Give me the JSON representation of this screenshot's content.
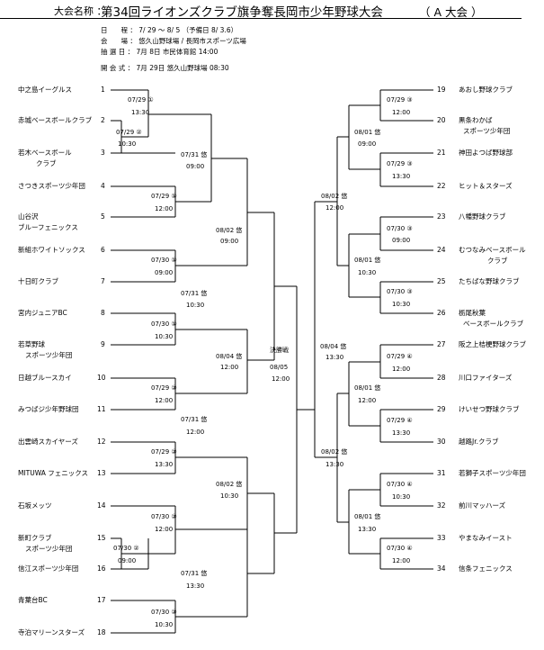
{
  "header": {
    "label": "大会名称 ：",
    "title": "第34回ライオンズクラブ旗争奪長岡市少年野球大会",
    "category": "（ A 大会 ）"
  },
  "info": [
    "日　　程 ： 7/ 29 ～ 8/ 5 （予備日 8/ 3.6）",
    "会　　場 ： 悠久山野球場 / 長岡市スポーツ広場",
    "抽 選 日 ： 7月 8日  市民体育館  14:00",
    "開 会 式 ：  7月  29日  悠久山野球場  08:30"
  ],
  "left_teams": [
    {
      "num": "1",
      "name": [
        "中之島イーグルス"
      ]
    },
    {
      "num": "2",
      "name": [
        "赤城ベースボールクラブ"
      ]
    },
    {
      "num": "3",
      "name": [
        "若木ベースボール",
        "クラブ"
      ]
    },
    {
      "num": "4",
      "name": [
        "さつきスポーツ少年団"
      ]
    },
    {
      "num": "5",
      "name": [
        "山谷沢",
        "ブルーフェニックス"
      ]
    },
    {
      "num": "6",
      "name": [
        "新組ホワイトソックス"
      ]
    },
    {
      "num": "7",
      "name": [
        "十日町クラブ"
      ]
    },
    {
      "num": "8",
      "name": [
        "宮内ジュニアBC"
      ]
    },
    {
      "num": "9",
      "name": [
        "若草野球",
        "スポーツ少年団"
      ]
    },
    {
      "num": "10",
      "name": [
        "日越ブルースカイ"
      ]
    },
    {
      "num": "11",
      "name": [
        "みつばジ少年野球団"
      ]
    },
    {
      "num": "12",
      "name": [
        "出雲崎スカイヤーズ"
      ]
    },
    {
      "num": "13",
      "name": [
        "MITUWA フェニックス"
      ]
    },
    {
      "num": "14",
      "name": [
        "石坂メッツ"
      ]
    },
    {
      "num": "15",
      "name": [
        "新町クラブ",
        "スポーツ少年団"
      ]
    },
    {
      "num": "16",
      "name": [
        "信江スポーツ少年団"
      ]
    },
    {
      "num": "17",
      "name": [
        "青葉台BC"
      ]
    },
    {
      "num": "18",
      "name": [
        "寺泊マリーンスターズ"
      ]
    }
  ],
  "right_teams": [
    {
      "num": "19",
      "name": [
        "あおし野球クラブ"
      ]
    },
    {
      "num": "20",
      "name": [
        "黒条わかば",
        "スポーツ少年団"
      ]
    },
    {
      "num": "21",
      "name": [
        "神田よつば野球部"
      ]
    },
    {
      "num": "22",
      "name": [
        "ヒット＆スターズ"
      ]
    },
    {
      "num": "23",
      "name": [
        "八幡野球クラブ"
      ]
    },
    {
      "num": "24",
      "name": [
        "むつなみベースボール",
        "クラブ"
      ]
    },
    {
      "num": "25",
      "name": [
        "たちばな野球クラブ"
      ]
    },
    {
      "num": "26",
      "name": [
        "栃尾秋葉",
        "ベースボールクラブ"
      ]
    },
    {
      "num": "27",
      "name": [
        "阪之上桔梗野球クラブ"
      ]
    },
    {
      "num": "28",
      "name": [
        "川口ファイターズ"
      ]
    },
    {
      "num": "29",
      "name": [
        "けいせつ野球クラブ"
      ]
    },
    {
      "num": "30",
      "name": [
        "越路Jr.クラブ"
      ]
    },
    {
      "num": "31",
      "name": [
        "若獅子スポーツ少年団"
      ]
    },
    {
      "num": "32",
      "name": [
        "前川マッハーズ"
      ]
    },
    {
      "num": "33",
      "name": [
        "やまなみイースト"
      ]
    },
    {
      "num": "34",
      "name": [
        "信条フェニックス"
      ]
    }
  ],
  "schedules": [
    {
      "date": "07/29 ①",
      "time": "13:30"
    },
    {
      "date": "07/29 ②",
      "time": "10:30"
    },
    {
      "date": "07/31 悠",
      "time": "09:00"
    },
    {
      "date": "07/29 ①",
      "time": "12:00"
    },
    {
      "date": "08/02 悠",
      "time": "09:00"
    },
    {
      "date": "07/30 ①",
      "time": "09:00"
    },
    {
      "date": "07/31 悠",
      "time": "10:30"
    },
    {
      "date": "07/30 ①",
      "time": "10:30"
    },
    {
      "date": "08/04 悠",
      "time": "12:00"
    },
    {
      "date": "07/29 ②",
      "time": "12:00"
    },
    {
      "date": "07/31 悠",
      "time": "12:00"
    },
    {
      "date": "07/29 ②",
      "time": "13:30"
    },
    {
      "date": "08/02 悠",
      "time": "10:30"
    },
    {
      "date": "07/30 ②",
      "time": "12:00"
    },
    {
      "date": "07/30 ②",
      "time": "09:00"
    },
    {
      "date": "07/31 悠",
      "time": "13:30"
    },
    {
      "date": "07/30 ②",
      "time": "10:30"
    },
    {
      "date": "決勝戦",
      "time": ""
    },
    {
      "date": "08/05",
      "time": "12:00"
    },
    {
      "date": "07/29 ③",
      "time": "12:00"
    },
    {
      "date": "08/01 悠",
      "time": "09:00"
    },
    {
      "date": "07/29 ③",
      "time": "13:30"
    },
    {
      "date": "08/02 悠",
      "time": "12:00"
    },
    {
      "date": "07/30 ③",
      "time": "09:00"
    },
    {
      "date": "08/01 悠",
      "time": "10:30"
    },
    {
      "date": "07/30 ③",
      "time": "10:30"
    },
    {
      "date": "08/04 悠",
      "time": "13:30"
    },
    {
      "date": "07/29 ④",
      "time": "12:00"
    },
    {
      "date": "08/01 悠",
      "time": "12:00"
    },
    {
      "date": "07/29 ④",
      "time": "13:30"
    },
    {
      "date": "08/02 悠",
      "time": "13:30"
    },
    {
      "date": "07/30 ④",
      "time": "10:30"
    },
    {
      "date": "08/01 悠",
      "time": "13:30"
    },
    {
      "date": "07/30 ④",
      "time": "12:00"
    }
  ]
}
